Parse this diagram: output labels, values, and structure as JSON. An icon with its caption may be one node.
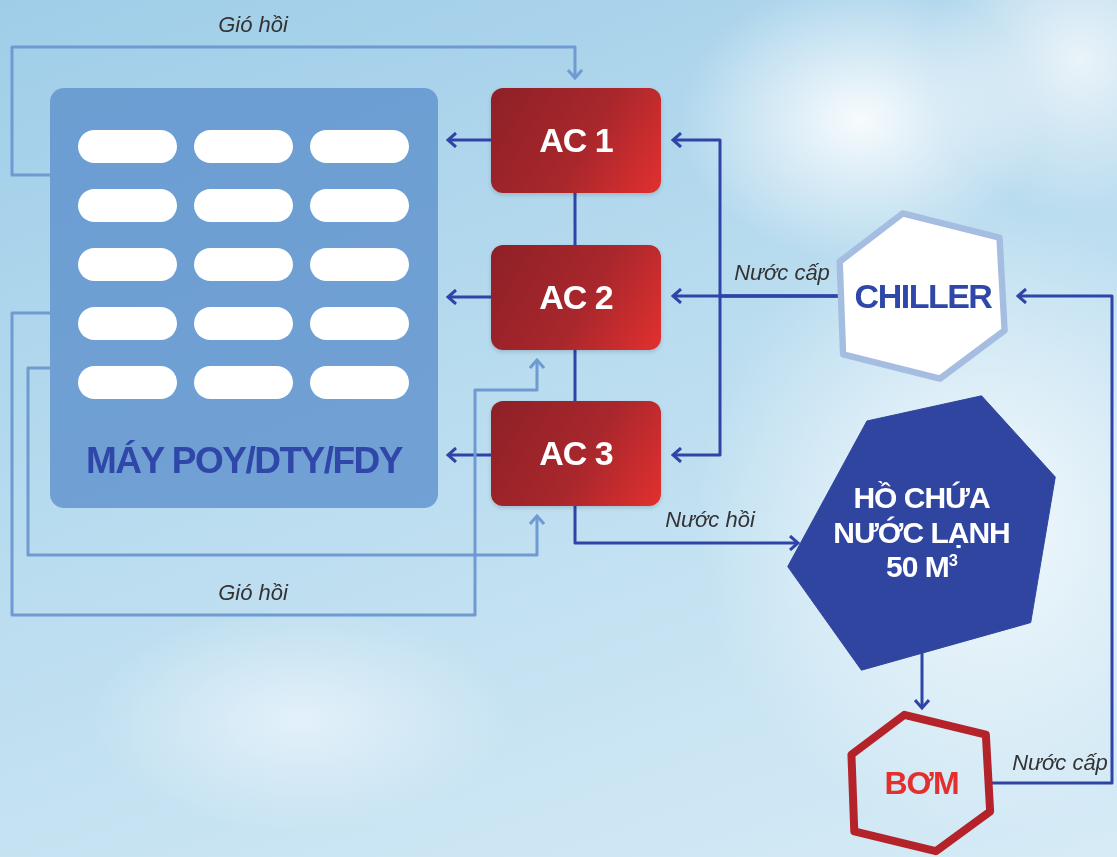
{
  "diagram": {
    "nodes": [
      {
        "text": [
          "MÁY POY/DTY/FDY"
        ]
      },
      {
        "text": [
          "AC 1"
        ]
      },
      {
        "text": [
          "AC 2"
        ]
      },
      {
        "text": [
          "AC 3"
        ]
      },
      {
        "text": [
          "CHILLER"
        ]
      },
      {
        "text": [
          "HỒ CHỨA NƯỚC LẠNH 50 M$^{3}$"
        ]
      },
      {
        "text": [
          "BƠM"
        ]
      }
    ],
    "edges": [
      {
        "from": 1,
        "to": 0,
        "arrow": "to"
      },
      {
        "from": 2,
        "to": 0,
        "arrow": "to"
      },
      {
        "from": 3,
        "to": 0,
        "arrow": "to"
      },
      {
        "from": 4,
        "to": 2,
        "arrow": "to",
        "label": "Nước cấp"
      },
      {
        "from": 4,
        "to": 1,
        "arrow": "to"
      },
      {
        "from": 4,
        "to": 3,
        "arrow": "to"
      },
      {
        "from": 0,
        "to": 1,
        "arrow": "to",
        "label": "Gió hồi",
        "color": "#6f9ad2"
      },
      {
        "from": 0,
        "to": 2,
        "arrow": "to",
        "label": "Gió hồi",
        "color": "#6f9ad2"
      },
      {
        "from": 0,
        "to": 3,
        "arrow": "to",
        "color": "#6f9ad2"
      },
      {
        "from": 1,
        "to": 2,
        "arrow": "none"
      },
      {
        "from": 2,
        "to": 3,
        "arrow": "none"
      },
      {
        "from": 3,
        "to": 5,
        "arrow": "to",
        "label": "Nước hồi"
      },
      {
        "from": 5,
        "to": 6,
        "arrow": "to"
      },
      {
        "from": 6,
        "to": 4,
        "arrow": "to",
        "label": "Nước cấp"
      }
    ]
  }
}
